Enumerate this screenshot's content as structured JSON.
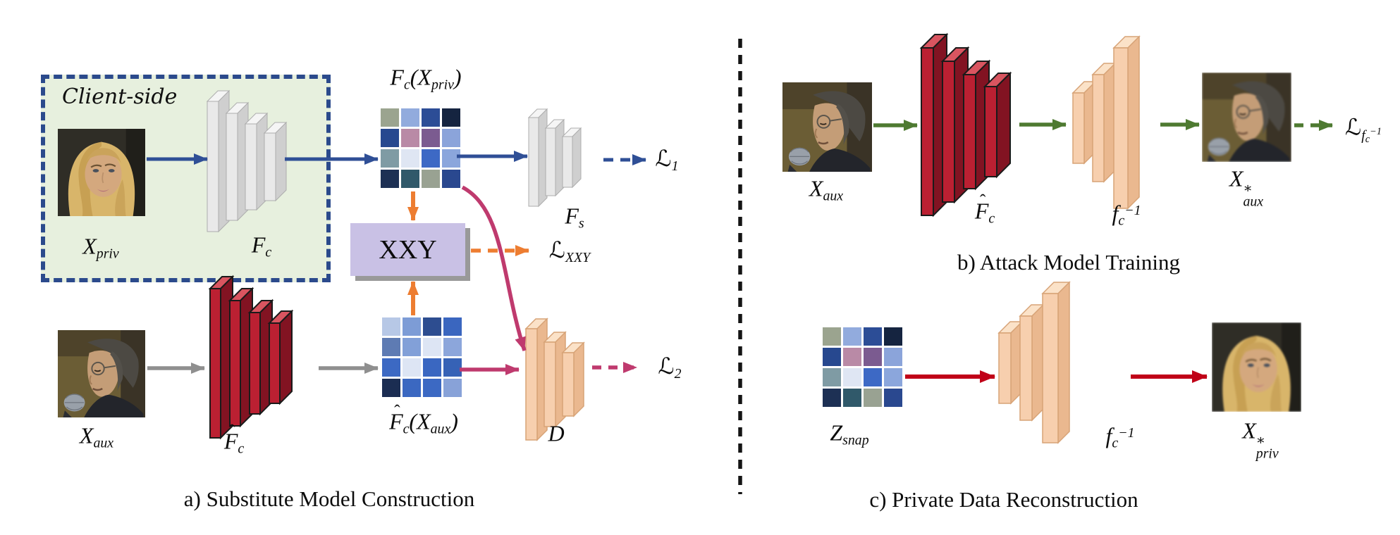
{
  "colors": {
    "arrow_blue": "#2f4f96",
    "arrow_gray": "#8f8f8f",
    "arrow_orange": "#ed7d31",
    "arrow_magenta": "#bf3a6e",
    "arrow_green": "#4e7a31",
    "arrow_red": "#c00018",
    "divider": "#141414",
    "client_box_bg": "#e7f0de",
    "client_box_border": "#2b4a8c",
    "xxy_bg": "#c9c1e5"
  },
  "feature_maps": {
    "fc_xpriv": [
      "#9ba48f",
      "#92abdd",
      "#2c4d96",
      "#152440",
      "#27488f",
      "#b98aa6",
      "#7b5b90",
      "#8ba4da",
      "#7f9ba4",
      "#dfe6f3",
      "#3d69c5",
      "#8ba6dc",
      "#1d3054",
      "#30596a",
      "#99a292",
      "#2a488f"
    ],
    "fhat_xaux": [
      "#b7c8e6",
      "#7d9cd6",
      "#2d4d90",
      "#3a66bf",
      "#5e7bb3",
      "#82a0d8",
      "#dde5f4",
      "#8ca6db",
      "#3c69c3",
      "#dde5f4",
      "#3a67c1",
      "#3662b6",
      "#1b2d52",
      "#3b68c1",
      "#3c69c3",
      "#88a2d8"
    ],
    "z_snap": [
      "#9ba48f",
      "#92abdd",
      "#2c4d96",
      "#152440",
      "#27488f",
      "#b98aa6",
      "#7b5b90",
      "#8ba4da",
      "#7f9ba4",
      "#dfe6f3",
      "#3d69c5",
      "#8ba6dc",
      "#1d3054",
      "#30596a",
      "#99a292",
      "#2a488f"
    ]
  },
  "panel_a": {
    "caption": "a) Substitute Model Construction",
    "client_label": "Client-side",
    "xxy_label": "XXY",
    "x_priv": {
      "base": "X",
      "sub": "priv"
    },
    "f_c": {
      "base": "F",
      "sub": "c"
    },
    "fc_xpriv_label": {
      "p1": "F",
      "s1": "c",
      "p2": "(X",
      "s2": "priv",
      "p3": ")"
    },
    "f_s": {
      "base": "F",
      "sub": "s"
    },
    "l1": {
      "base": "ℒ",
      "sub": "1"
    },
    "l_xxy": {
      "base": "ℒ",
      "sub": "XXY"
    },
    "x_aux": {
      "base": "X",
      "sub": "aux"
    },
    "fhat_c": {
      "hat": "ˆ",
      "base": "F",
      "sub": "c"
    },
    "fhat_xaux_label": {
      "hat": "ˆ",
      "p1": "F",
      "s1": "c",
      "p2": "(X",
      "s2": "aux",
      "p3": ")"
    },
    "d_label": "D",
    "l2": {
      "base": "ℒ",
      "sub": "2"
    }
  },
  "panel_b": {
    "caption": "b) Attack Model Training",
    "x_aux": {
      "base": "X",
      "sub": "aux"
    },
    "fhat_c": {
      "hat": "ˆ",
      "base": "F",
      "sub": "c"
    },
    "f_inv": {
      "base": "f",
      "sub": "c",
      "sup": "−1"
    },
    "x_aux_star": {
      "base": "X",
      "sup": "∗",
      "sub": "aux"
    },
    "l_finv": {
      "base": "ℒ",
      "f": "f",
      "c": "c",
      "exp": "−1"
    }
  },
  "panel_c": {
    "caption": "c) Private Data Reconstruction",
    "z_snap": {
      "base": "Z",
      "sub": "snap"
    },
    "f_inv": {
      "base": "f",
      "sub": "c",
      "sup": "−1"
    },
    "x_priv_star": {
      "base": "X",
      "sup": "∗",
      "sub": "priv"
    }
  }
}
